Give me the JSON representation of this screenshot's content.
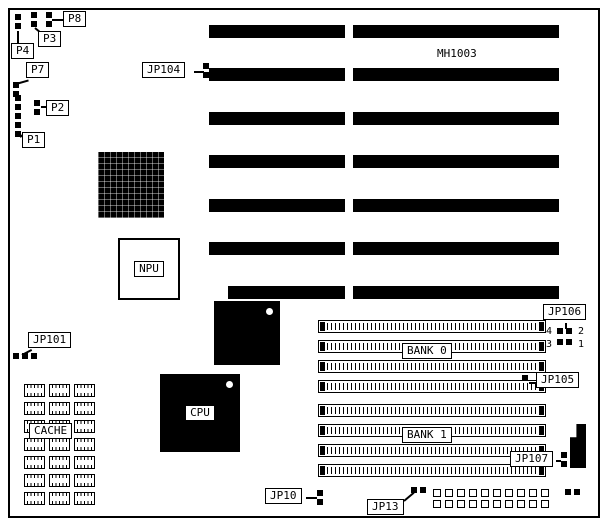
{
  "colors": {
    "ink": "#000000",
    "paper": "#ffffff"
  },
  "board_title": "MH1003",
  "labels": {
    "p1": "P1",
    "p2": "P2",
    "p3": "P3",
    "p4": "P4",
    "p7": "P7",
    "p8": "P8",
    "jp10": "JP10",
    "jp13": "JP13",
    "jp101": "JP101",
    "jp104": "JP104",
    "jp105": "JP105",
    "jp106": "JP106",
    "jp107": "JP107"
  },
  "chips": {
    "cpu": "CPU",
    "npu": "NPU",
    "cache": "CACHE"
  },
  "memory": {
    "bank0": "BANK 0",
    "bank1": "BANK 1"
  },
  "jp106_pins": {
    "pin4": "4",
    "pin2": "2",
    "pin3": "3",
    "pin1": "1"
  }
}
